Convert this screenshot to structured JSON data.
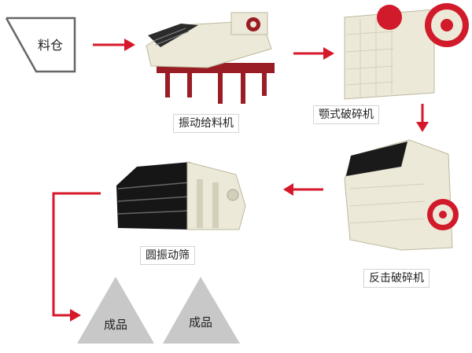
{
  "hopper": {
    "label": "料仓"
  },
  "machines": {
    "vibrating_feeder": "振动给料机",
    "jaw_crusher": "颚式破碎机",
    "impact_crusher": "反击破碎机",
    "vibrating_screen": "圆振动筛"
  },
  "products": [
    "成品",
    "成品"
  ],
  "colors": {
    "arrow": "#d7172a",
    "triangle": "#c8c8c8",
    "machine_body": "#ece9d8",
    "feeder_frame": "#9a1c24"
  }
}
